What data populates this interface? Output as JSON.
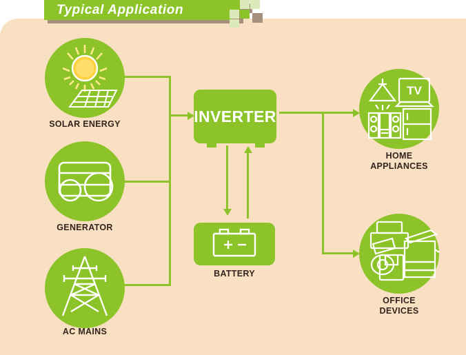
{
  "header": {
    "title": "Typical Application",
    "bar_color": "#8cc328",
    "shadow_color": "#a59080",
    "title_color": "#ffffff"
  },
  "theme": {
    "background": "#fae0c3",
    "green": "#8cc328",
    "line": "#8cc328",
    "label_color": "#32241c",
    "icon_stroke": "#ffffff",
    "page_background": "#ffffff"
  },
  "sources": [
    {
      "id": "solar",
      "label": "SOLAR ENERGY",
      "icon": "solar-panel-icon"
    },
    {
      "id": "generator",
      "label": "GENERATOR",
      "icon": "generator-icon"
    },
    {
      "id": "acmains",
      "label": "AC MAINS",
      "icon": "transmission-tower-icon"
    }
  ],
  "center": {
    "inverter": {
      "label": "INVERTER",
      "icon": "inverter-box"
    },
    "battery": {
      "label": "BATTERY",
      "icon": "battery-icon"
    }
  },
  "loads": [
    {
      "id": "home",
      "label": "HOME\nAPPLIANCES",
      "icon": "home-appliances-icon"
    },
    {
      "id": "office",
      "label": "OFFICE\nDEVICES",
      "icon": "office-devices-icon"
    }
  ],
  "appliance_icon_text": {
    "tv": "TV"
  },
  "battery_terminals": {
    "positive": "+",
    "negative": "−"
  },
  "flows": [
    {
      "from": "solar",
      "to": "inverter",
      "direction": "right"
    },
    {
      "from": "generator",
      "to": "inverter",
      "direction": "right"
    },
    {
      "from": "acmains",
      "to": "inverter",
      "direction": "right"
    },
    {
      "from": "inverter",
      "to": "battery",
      "direction": "down"
    },
    {
      "from": "battery",
      "to": "inverter",
      "direction": "up"
    },
    {
      "from": "inverter",
      "to": "home",
      "direction": "right"
    },
    {
      "from": "inverter",
      "to": "office",
      "direction": "right"
    }
  ]
}
